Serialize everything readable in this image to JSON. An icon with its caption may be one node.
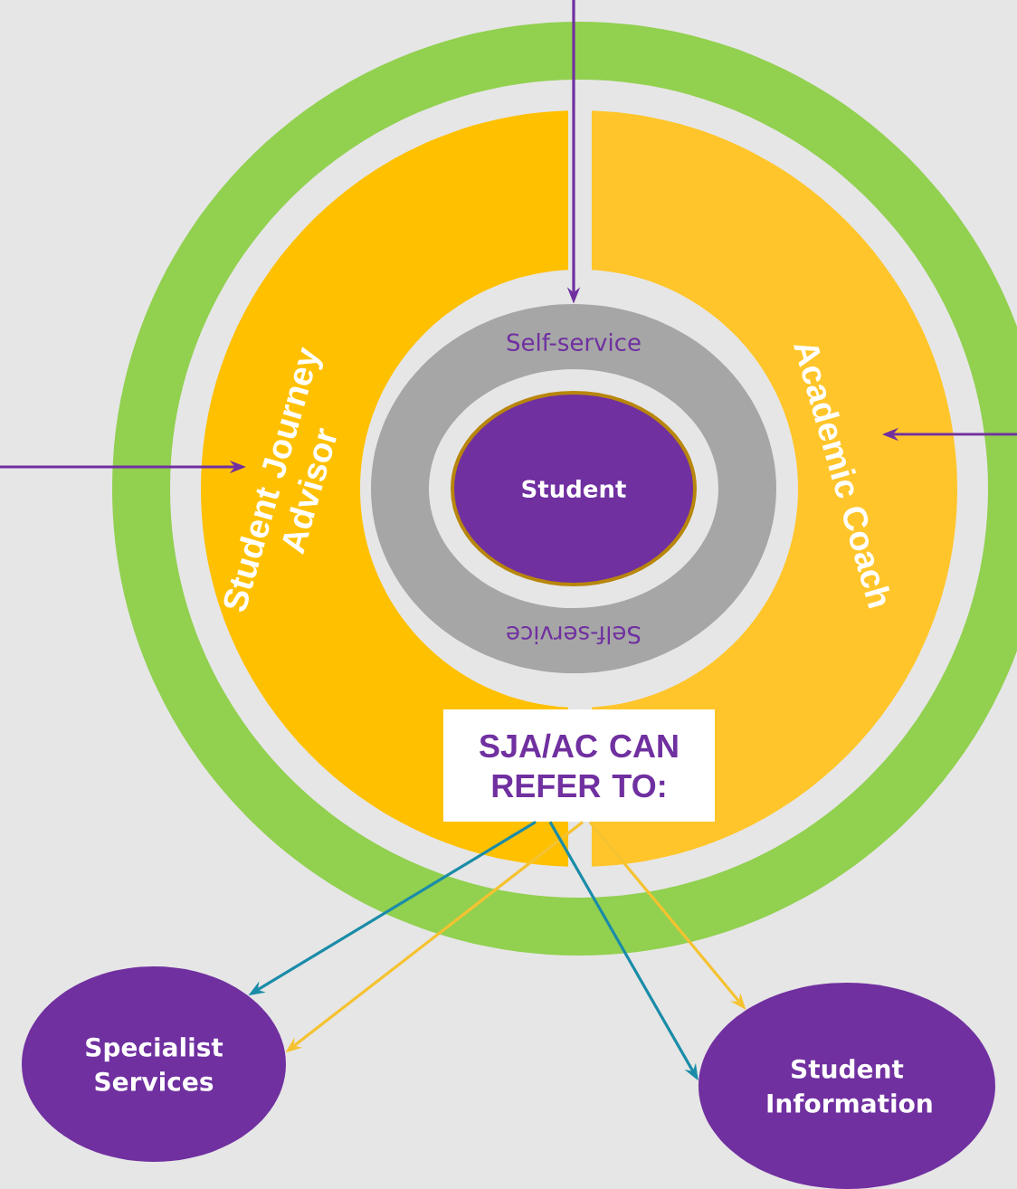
{
  "diagram": {
    "nodes": [
      {
        "text": [],
        "shape": "circle"
      },
      {
        "text": [
          "Student Journey Advisor"
        ],
        "in": 0
      },
      {
        "text": [
          "Academic Coach"
        ],
        "in": 0
      },
      {
        "text": [
          "Self-service",
          "Self-service"
        ],
        "in": 0
      },
      {
        "text": [
          "Student"
        ],
        "in": 3
      },
      {
        "text": [
          "SJA/AC CAN REFER TO:"
        ],
        "in": 0
      },
      {
        "text": [
          "Specialist Services"
        ]
      },
      {
        "text": [
          "Student Information"
        ]
      }
    ],
    "edges": [
      {
        "from": null,
        "to": 3,
        "arrow": "to",
        "color": "#7030a0"
      },
      {
        "from": null,
        "to": 1,
        "arrow": "to",
        "color": "#7030a0"
      },
      {
        "from": null,
        "to": 2,
        "arrow": "to",
        "color": "#7030a0"
      },
      {
        "from": 5,
        "to": 6,
        "arrow": "to",
        "color": "#1a8ca8"
      },
      {
        "from": 5,
        "to": 6,
        "arrow": "to",
        "color": "#f5c230"
      },
      {
        "from": 5,
        "to": 7,
        "arrow": "to",
        "color": "#1a8ca8"
      },
      {
        "from": 5,
        "to": 7,
        "arrow": "to",
        "color": "#f5c230"
      }
    ]
  }
}
